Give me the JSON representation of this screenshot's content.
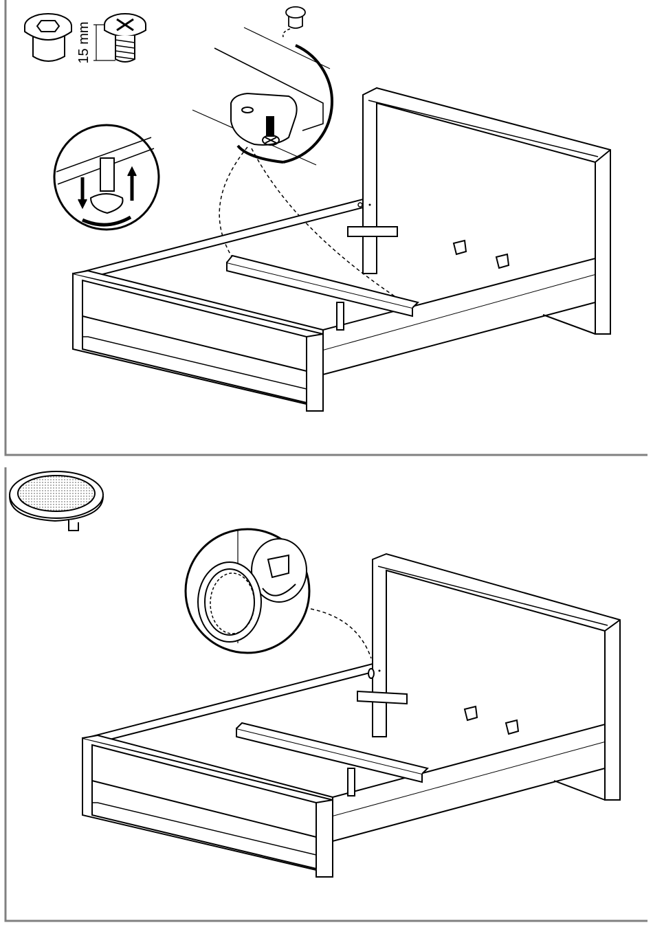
{
  "steps": [
    {
      "id": "step-1",
      "parts": [
        {
          "name": "connector-bolt",
          "icon": "cap-bolt-icon"
        },
        {
          "name": "screw",
          "icon": "screw-icon",
          "length_label": "15 mm"
        }
      ],
      "details": [
        "bolt-insert-detail",
        "leg-adjust-detail"
      ]
    },
    {
      "id": "step-2",
      "parts": [
        {
          "name": "cover-cap",
          "icon": "cover-cap-icon"
        }
      ],
      "details": [
        "cap-insert-detail"
      ]
    }
  ],
  "colors": {
    "line": "#000000",
    "frame": "#808080",
    "background": "#ffffff",
    "dots": "#555555"
  }
}
